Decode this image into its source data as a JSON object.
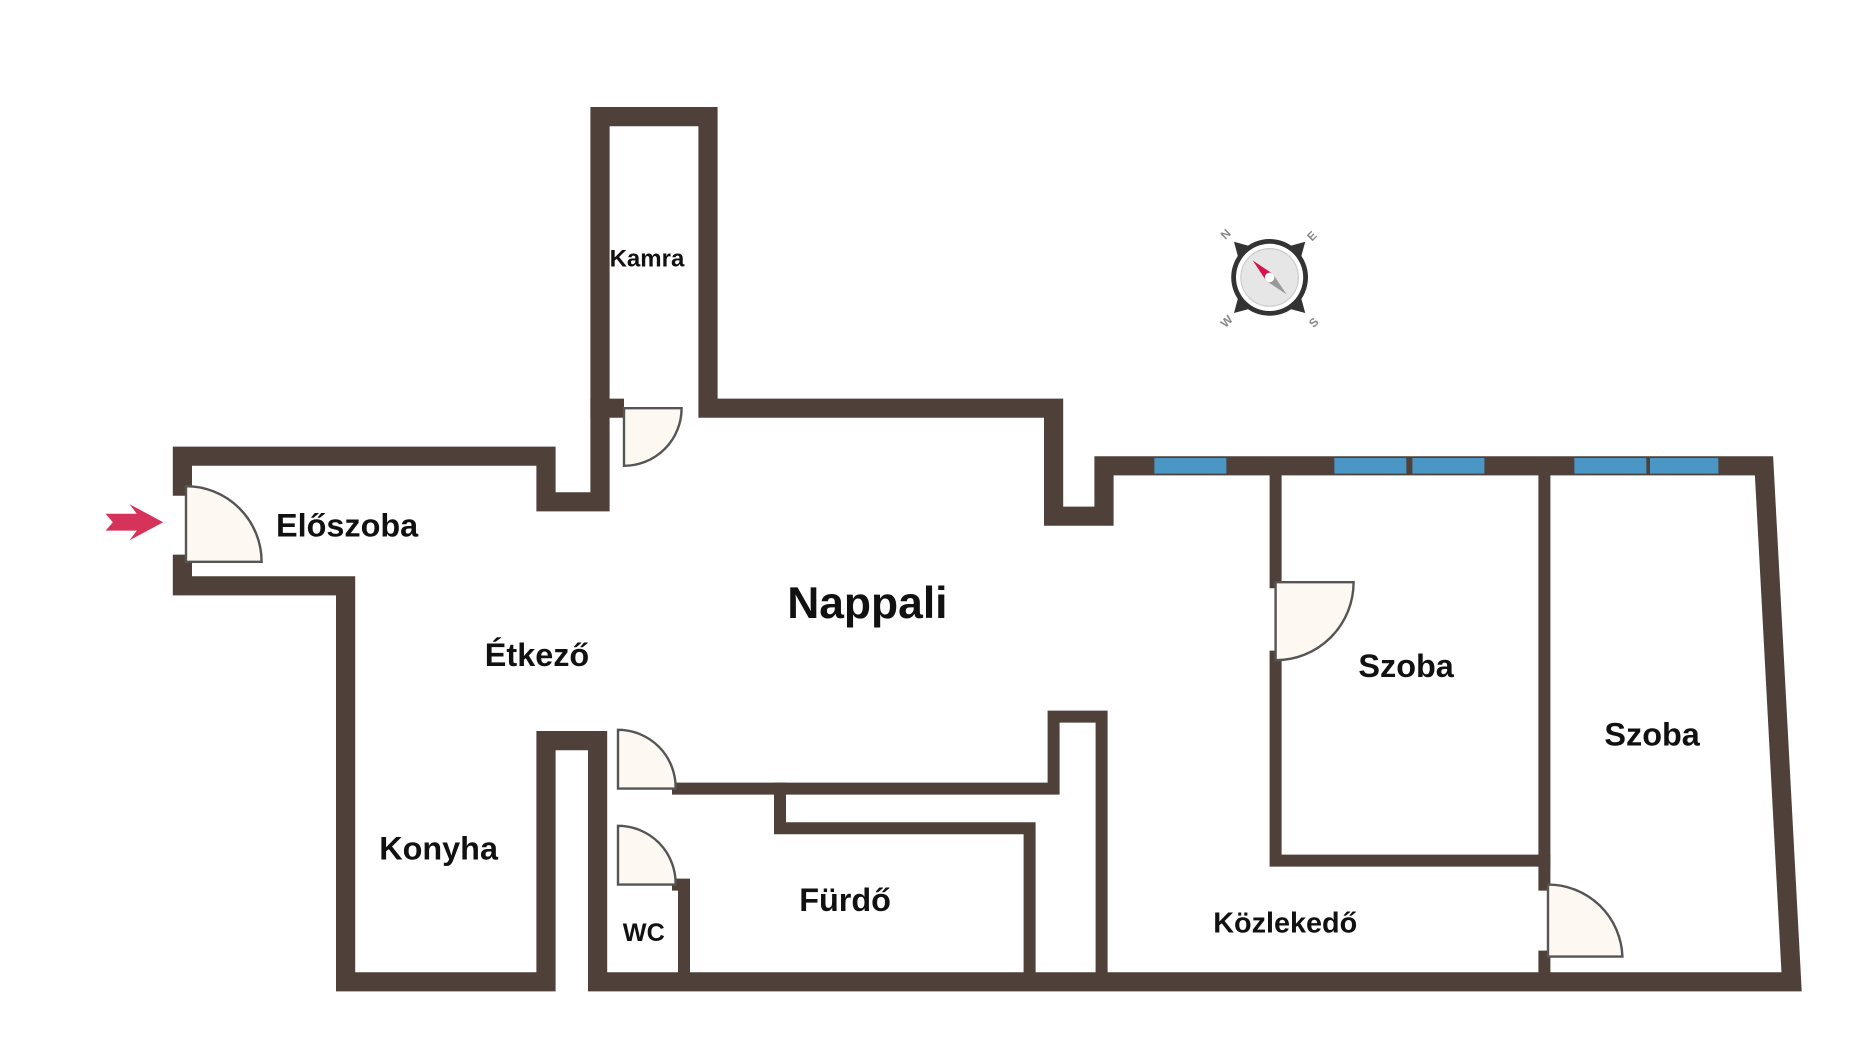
{
  "rooms": {
    "kamra": "Kamra",
    "eloszoba": "Előszoba",
    "etkezo": "Étkező",
    "nappali": "Nappali",
    "szoba1": "Szoba",
    "szoba2": "Szoba",
    "konyha": "Konyha",
    "furdo": "Fürdő",
    "wc": "WC",
    "kozlekedo": "Közlekedő"
  },
  "compass": {
    "n": "N",
    "e": "E",
    "s": "S",
    "w": "W"
  },
  "colors": {
    "wall": "#4f4039",
    "window": "#4a96c4",
    "entrance_arrow": "#d6335a",
    "door": "#fdf8f2"
  }
}
